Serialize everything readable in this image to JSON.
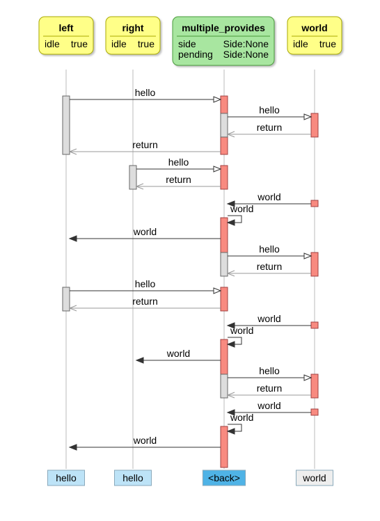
{
  "participants": [
    {
      "id": "left",
      "name": "left",
      "fields": [
        [
          "idle",
          "true"
        ]
      ],
      "color": "#ffff88",
      "border": "#a8a800"
    },
    {
      "id": "right",
      "name": "right",
      "fields": [
        [
          "idle",
          "true"
        ]
      ],
      "color": "#ffff88",
      "border": "#a8a800"
    },
    {
      "id": "multiple_provides",
      "name": "multiple_provides",
      "fields": [
        [
          "side",
          "Side:None"
        ],
        [
          "pending",
          "Side:None"
        ]
      ],
      "color": "#a8e6a0",
      "border": "#4a9a3a"
    },
    {
      "id": "world",
      "name": "world",
      "fields": [
        [
          "idle",
          "true"
        ]
      ],
      "color": "#ffff88",
      "border": "#a8a800"
    }
  ],
  "messages": [
    {
      "from": "left",
      "to": "multiple_provides",
      "label": "hello",
      "kind": "call"
    },
    {
      "from": "multiple_provides",
      "to": "world",
      "label": "hello",
      "kind": "call"
    },
    {
      "from": "world",
      "to": "multiple_provides",
      "label": "return",
      "kind": "return"
    },
    {
      "from": "multiple_provides",
      "to": "left",
      "label": "return",
      "kind": "return"
    },
    {
      "from": "right",
      "to": "multiple_provides",
      "label": "hello",
      "kind": "call"
    },
    {
      "from": "multiple_provides",
      "to": "right",
      "label": "return",
      "kind": "return"
    },
    {
      "from": "world",
      "to": "multiple_provides",
      "label": "world",
      "kind": "async"
    },
    {
      "from": "multiple_provides",
      "to": "multiple_provides",
      "label": "world",
      "kind": "self"
    },
    {
      "from": "multiple_provides",
      "to": "left",
      "label": "world",
      "kind": "async"
    },
    {
      "from": "multiple_provides",
      "to": "world",
      "label": "hello",
      "kind": "call"
    },
    {
      "from": "world",
      "to": "multiple_provides",
      "label": "return",
      "kind": "return"
    },
    {
      "from": "left",
      "to": "multiple_provides",
      "label": "hello",
      "kind": "call"
    },
    {
      "from": "multiple_provides",
      "to": "left",
      "label": "return",
      "kind": "return"
    },
    {
      "from": "world",
      "to": "multiple_provides",
      "label": "world",
      "kind": "async"
    },
    {
      "from": "multiple_provides",
      "to": "multiple_provides",
      "label": "world",
      "kind": "self"
    },
    {
      "from": "multiple_provides",
      "to": "right",
      "label": "world",
      "kind": "async"
    },
    {
      "from": "multiple_provides",
      "to": "world",
      "label": "hello",
      "kind": "call"
    },
    {
      "from": "world",
      "to": "multiple_provides",
      "label": "return",
      "kind": "return"
    },
    {
      "from": "world",
      "to": "multiple_provides",
      "label": "world",
      "kind": "async"
    },
    {
      "from": "multiple_provides",
      "to": "multiple_provides",
      "label": "world",
      "kind": "self"
    },
    {
      "from": "multiple_provides",
      "to": "left",
      "label": "world",
      "kind": "async"
    }
  ],
  "footer": [
    {
      "participant": "left",
      "label": "hello",
      "color": "#bde3f7"
    },
    {
      "participant": "right",
      "label": "hello",
      "color": "#bde3f7"
    },
    {
      "participant": "multiple_provides",
      "label": "<back>",
      "color": "#4fb3e6"
    },
    {
      "participant": "world",
      "label": "world",
      "color": "#eeeeee"
    }
  ],
  "colors": {
    "activation_active": "#f88a80",
    "activation_waiting": "#dddddd",
    "line": "#333333",
    "return_line": "#999999",
    "lifeline": "#bbbbbb"
  }
}
